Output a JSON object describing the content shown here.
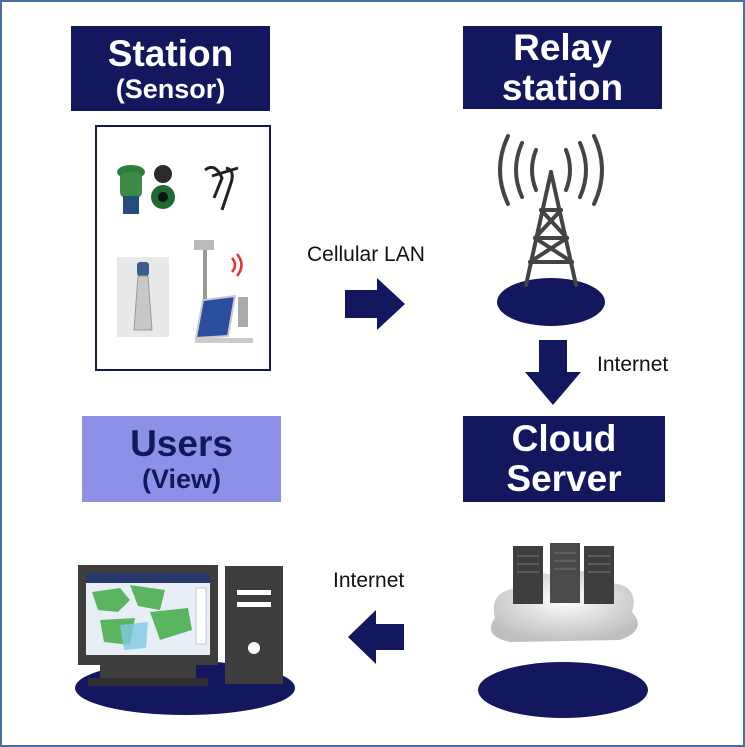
{
  "nodes": {
    "station": {
      "title": "Station",
      "subtitle": "(Sensor)"
    },
    "relay": {
      "line1": "Relay",
      "line2": "station"
    },
    "cloud": {
      "line1": "Cloud",
      "line2": "Server"
    },
    "users": {
      "title": "Users",
      "subtitle": "(View)"
    }
  },
  "edges": {
    "station_to_relay": "Cellular LAN",
    "relay_to_cloud": "Internet",
    "cloud_to_users": "Internet"
  },
  "colors": {
    "dark_box": "#13175e",
    "light_box": "#8e8fe6",
    "frame": "#4a6fa0"
  }
}
